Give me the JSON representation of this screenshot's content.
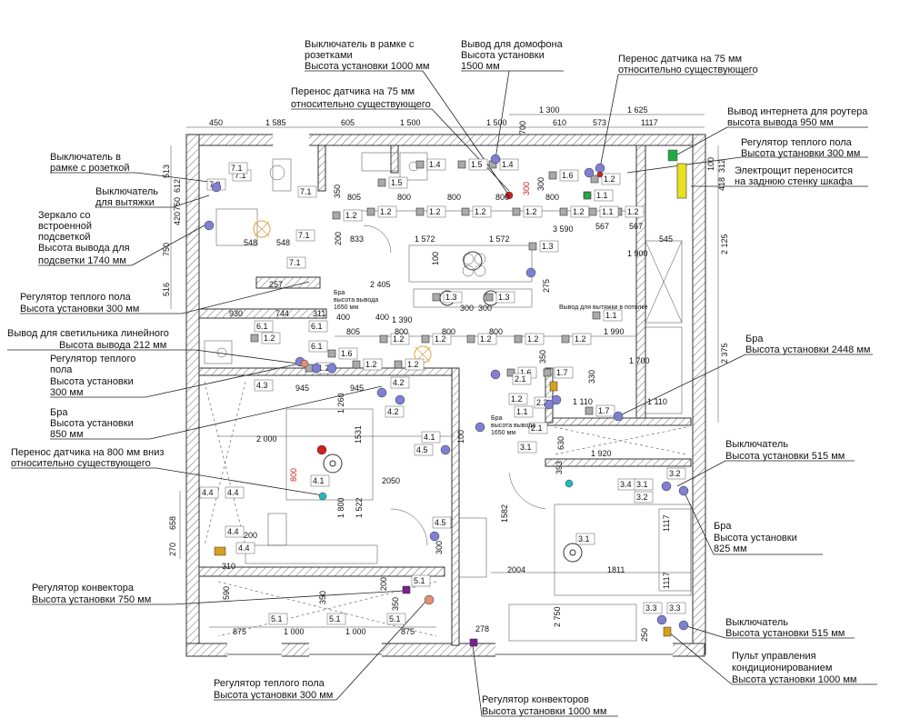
{
  "callouts": {
    "switch_frame_sockets": [
      "Выключатель в рамке с",
      "розетками",
      "Высота установки 1000 мм"
    ],
    "intercom": [
      "Вывод для домофона",
      "Высота установки",
      "1500 мм"
    ],
    "sensor_75_top_right": [
      "Перенос датчика на 75 мм",
      "относительно существующего"
    ],
    "sensor_75_top": [
      "Перенос датчика на 75 мм",
      "относительно существующего"
    ],
    "internet": [
      "Вывод интернета для роутера",
      "высота вывода 950 мм"
    ],
    "floor_reg_right": [
      "Регулятор теплого пола",
      "Высота установки 300 мм"
    ],
    "switchboard": [
      "Электрощит переносится",
      "на заднюю стенку шкафа"
    ],
    "switch_socket_left": [
      "Выключатель в",
      "рамке с розеткой"
    ],
    "hood_switch": [
      "Выключатель",
      "для вытяжки"
    ],
    "mirror": [
      "Зеркало со",
      "встроенной",
      "подсветкой",
      "Высота вывода для",
      "подсветки 1740 мм"
    ],
    "floor_reg_left": [
      "Регулятор теплого пола",
      "Высота установки 300 мм"
    ],
    "linear_lamp": [
      "Вывод для светильника линейного",
      "Высота вывода 212 мм"
    ],
    "floor_reg_bath": [
      "Регулятор теплого",
      "пола",
      "Высота установки",
      "300 мм"
    ],
    "sconce_850": [
      "Бра",
      "Высота установки",
      "850 мм"
    ],
    "sensor_800": [
      "Перенос датчика на 800 мм вниз",
      "относительно существующего"
    ],
    "sconce_2448": [
      "Бра",
      "Высота установки 2448 мм"
    ],
    "switch_515_top": [
      "Выключатель",
      "Высота установки 515 мм"
    ],
    "sconce_825": [
      "Бра",
      "Высота установки",
      "825 мм"
    ],
    "switch_515_bottom": [
      "Выключатель",
      "Высота установки 515 мм"
    ],
    "ac_panel": [
      "Пульт управления",
      "кондиционированием",
      "Высота установки 1000 мм"
    ],
    "convector_reg": [
      "Регулятор конвектора",
      "Высота установки 750 мм"
    ],
    "floor_reg_bottom": [
      "Регулятор теплого пола",
      "Высота установки 300 мм"
    ],
    "convectors_reg": [
      "Регулятор конвекторов",
      "Высота установки 1000 мм"
    ]
  },
  "plan_notes": {
    "sconce_kitchen": [
      "Бра",
      "высота вывода",
      "1650 мм"
    ],
    "sconce_hall": [
      "Бра",
      "высота вывода",
      "1650 мм"
    ],
    "hood_ceiling": "Вывод для вытяжки в потолке"
  },
  "dimensions": {
    "top": [
      "450",
      "1 585",
      "605",
      "1 500",
      "1 500",
      "610",
      "573",
      "1117",
      "1 300",
      "1 625"
    ],
    "left": [
      "513",
      "612",
      "750",
      "420",
      "750",
      "516",
      "658",
      "270"
    ],
    "right": [
      "2 125",
      "2 375",
      "100",
      "312",
      "418"
    ],
    "kitchen": [
      "805",
      "800",
      "800",
      "800",
      "800",
      "833",
      "1 572",
      "1 572",
      "3 590",
      "567",
      "567",
      "545",
      "2 405",
      "1 990",
      "1 900",
      "1 700",
      "300",
      "300",
      "100",
      "275",
      "200",
      "350",
      "548",
      "548",
      "257",
      "930",
      "744",
      "311",
      "400",
      "400",
      "1 390",
      "805",
      "800",
      "800",
      "800",
      "350",
      "330",
      "1 110",
      "1 110",
      "700",
      "300",
      "300",
      "750"
    ],
    "bedroom_left": [
      "945",
      "945",
      "1 260",
      "2 000",
      "1531",
      "2050",
      "1 800",
      "1 522",
      "200",
      "310",
      "800",
      "350"
    ],
    "bedroom_right": [
      "1 920",
      "393",
      "630",
      "1582",
      "2004",
      "1811",
      "1117",
      "1117",
      "278",
      "2 750",
      "250",
      "100"
    ],
    "bottom": [
      "875",
      "1 000",
      "1 000",
      "875",
      "590",
      "200",
      "350",
      "300"
    ]
  },
  "labels": {
    "kitchen": [
      "1.2",
      "1.2",
      "1.2",
      "1.2",
      "1.2",
      "1.2",
      "1.2",
      "1.2",
      "1.1",
      "1.1",
      "1.3",
      "1.3",
      "1.3",
      "1.4",
      "1.5",
      "1.5",
      "1.4",
      "1.6",
      "1.2",
      "1.1",
      "1.6",
      "1.7",
      "1.7",
      "1.2",
      "1.2",
      "1.2",
      "1.2",
      "1.2",
      "1.2",
      "1.2",
      "1.2",
      "1.6"
    ],
    "bath": [
      "7.1",
      "7.2",
      "7.1",
      "7.1",
      "7.1",
      "7.1",
      "6.1",
      "6.1",
      "6.1"
    ],
    "hall": [
      "2.1",
      "1.2",
      "2.2",
      "1.1",
      "2.1",
      "3.1"
    ],
    "bedroom_left": [
      "4.3",
      "4.2",
      "4.2",
      "4.1",
      "4.4",
      "4.4",
      "4.1",
      "4.5",
      "4.5",
      "4.4",
      "4.4"
    ],
    "bedroom_right": [
      "3.4",
      "3.1",
      "3.2",
      "3.2",
      "3.1",
      "3.3",
      "3.3"
    ],
    "balcony": [
      "5.1",
      "5.1",
      "5.1",
      "5.1"
    ]
  },
  "colors": {
    "wall_hatch": "#c8c8c8",
    "socket": "#7f7fd4",
    "red_point": "#cc2222",
    "green_point": "#22aa44",
    "cyan_point": "#22bbbb",
    "switchboard": "#e8e020",
    "reg_yellow": "#d4a020",
    "purple": "#7a2090",
    "pink": "#e09070",
    "sensor_text_red": "#cc2222"
  }
}
